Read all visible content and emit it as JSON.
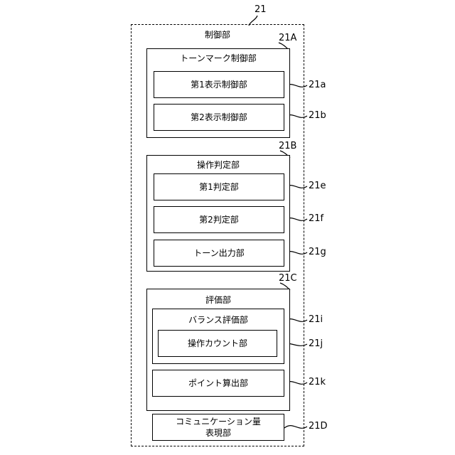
{
  "top_ref": "21",
  "controller": {
    "title": "制御部"
  },
  "block_a": {
    "ref": "21A",
    "title": "トーンマーク制御部",
    "items": [
      {
        "label": "第1表示制御部",
        "ref": "21a"
      },
      {
        "label": "第2表示制御部",
        "ref": "21b"
      }
    ]
  },
  "block_b": {
    "ref": "21B",
    "title": "操作判定部",
    "items": [
      {
        "label": "第1判定部",
        "ref": "21e"
      },
      {
        "label": "第2判定部",
        "ref": "21f"
      },
      {
        "label": "トーン出力部",
        "ref": "21g"
      }
    ]
  },
  "block_c": {
    "ref": "21C",
    "title": "評価部",
    "balance": {
      "title": "バランス評価部",
      "ref": "21i"
    },
    "count": {
      "label": "操作カウント部",
      "ref": "21j"
    },
    "point": {
      "label": "ポイント算出部",
      "ref": "21k"
    }
  },
  "block_d": {
    "ref": "21D",
    "label_line1": "コミュニケーション量",
    "label_line2": "表現部"
  }
}
